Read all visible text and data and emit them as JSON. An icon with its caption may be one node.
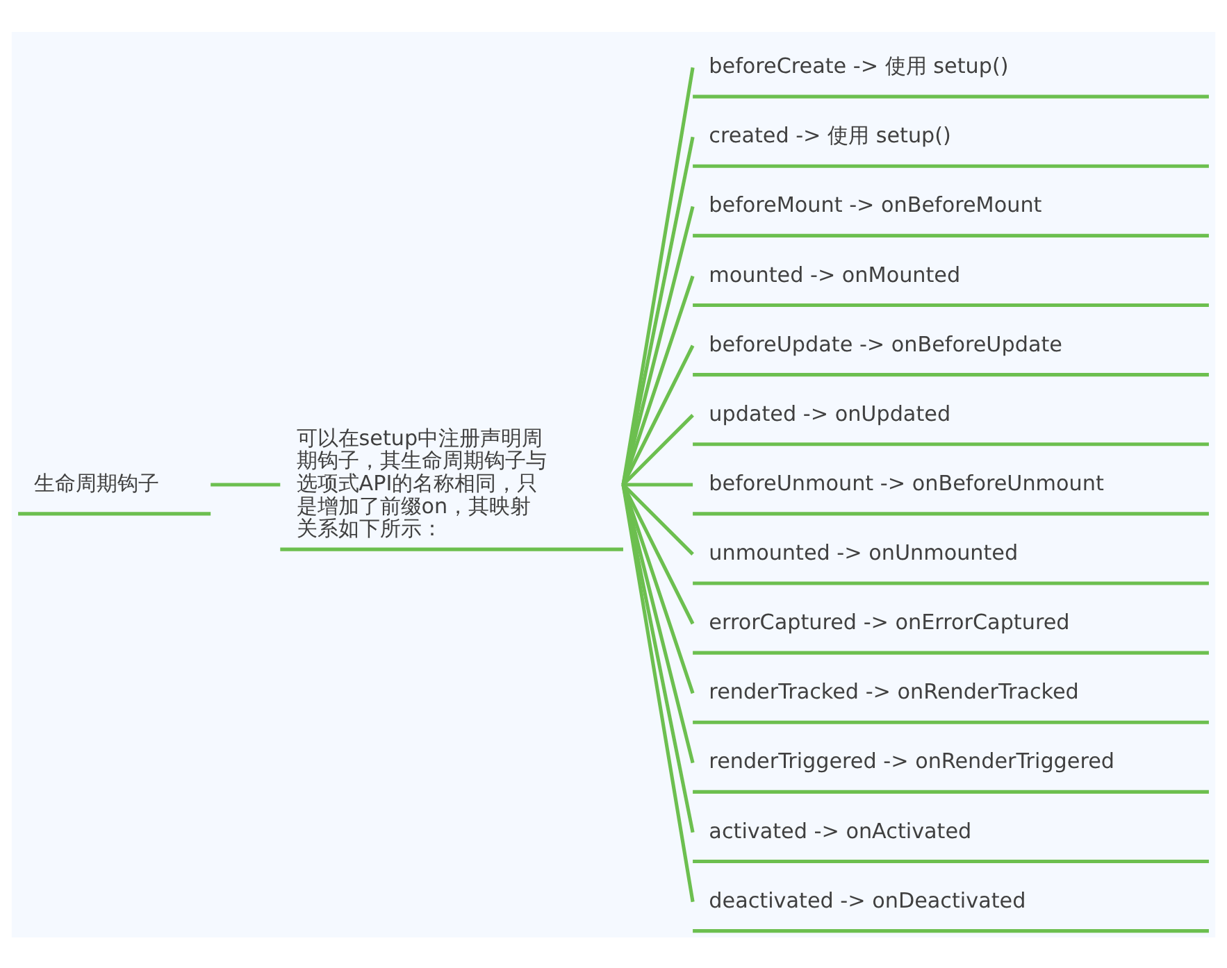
{
  "diagram": {
    "nodes": [
      {
        "text": [
          "生命周期钩子"
        ]
      },
      {
        "text": [
          "可以在setup中注册声明周期钩子，其生命周期钩子与选项式API的名称相同，只是增加了前缀on，其映射关系如下所示："
        ]
      },
      {
        "text": [
          "beforeCreate -> 使用 setup()"
        ]
      },
      {
        "text": [
          "created -> 使用 setup()"
        ]
      },
      {
        "text": [
          "beforeMount -> onBeforeMount"
        ]
      },
      {
        "text": [
          "mounted -> onMounted"
        ]
      },
      {
        "text": [
          "beforeUpdate -> onBeforeUpdate"
        ]
      },
      {
        "text": [
          "updated -> onUpdated"
        ]
      },
      {
        "text": [
          "beforeUnmount -> onBeforeUnmount"
        ]
      },
      {
        "text": [
          "unmounted -> onUnmounted"
        ]
      },
      {
        "text": [
          "errorCaptured -> onErrorCaptured"
        ]
      },
      {
        "text": [
          "renderTracked -> onRenderTracked"
        ]
      },
      {
        "text": [
          "renderTriggered -> onRenderTriggered"
        ]
      },
      {
        "text": [
          "activated -> onActivated"
        ]
      },
      {
        "text": [
          "deactivated -> onDeactivated"
        ]
      }
    ],
    "edges": [
      {
        "from": 0,
        "to": 1,
        "arrow": "none"
      },
      {
        "from": 1,
        "to": 2,
        "arrow": "none"
      },
      {
        "from": 1,
        "to": 3,
        "arrow": "none"
      },
      {
        "from": 1,
        "to": 4,
        "arrow": "none"
      },
      {
        "from": 1,
        "to": 5,
        "arrow": "none"
      },
      {
        "from": 1,
        "to": 6,
        "arrow": "none"
      },
      {
        "from": 1,
        "to": 7,
        "arrow": "none"
      },
      {
        "from": 1,
        "to": 8,
        "arrow": "none"
      },
      {
        "from": 1,
        "to": 9,
        "arrow": "none"
      },
      {
        "from": 1,
        "to": 10,
        "arrow": "none"
      },
      {
        "from": 1,
        "to": 11,
        "arrow": "none"
      },
      {
        "from": 1,
        "to": 12,
        "arrow": "none"
      },
      {
        "from": 1,
        "to": 13,
        "arrow": "none"
      },
      {
        "from": 1,
        "to": 14,
        "arrow": "none"
      }
    ]
  }
}
